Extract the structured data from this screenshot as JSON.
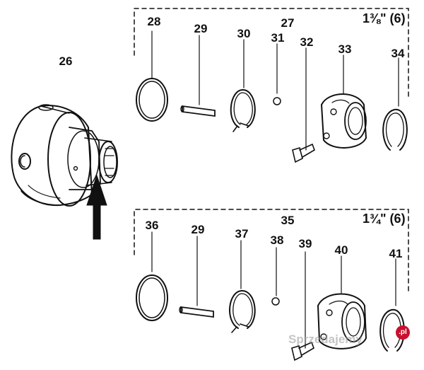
{
  "diagram": {
    "upper_group": {
      "group_label": "27",
      "size_label": "1⅜\" (6)",
      "part_labels": [
        "28",
        "29",
        "30",
        "31",
        "32",
        "33",
        "34"
      ]
    },
    "lower_group": {
      "group_label": "35",
      "size_label": "1¾\" (6)",
      "part_labels": [
        "36",
        "29",
        "37",
        "38",
        "39",
        "40",
        "41"
      ]
    },
    "main_part_label": "26",
    "watermark": {
      "text": "Sprzedajemy",
      "badge": ".pl"
    }
  }
}
